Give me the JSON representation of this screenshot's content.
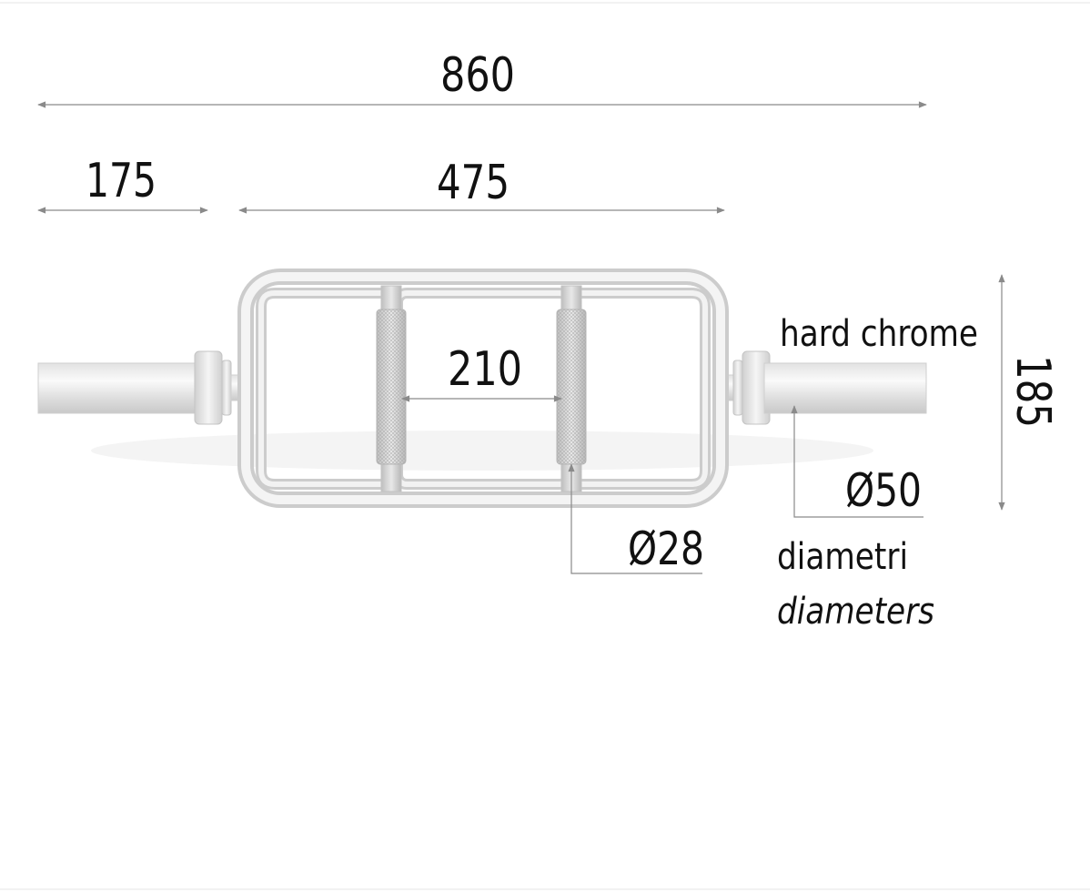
{
  "dimensions": {
    "overall_length": "860",
    "sleeve_length": "175",
    "frame_length": "475",
    "grip_spacing": "210",
    "height": "185",
    "grip_diameter": "Ø28",
    "sleeve_diameter": "Ø50"
  },
  "labels": {
    "finish": "hard chrome",
    "diameters_it": "diametri",
    "diameters_en": "diameters"
  },
  "colors": {
    "dimension_line": "#8a8a8a",
    "text": "#111111",
    "steel_light": "#f2f2f2",
    "steel_mid": "#d9d9d9",
    "steel_dark": "#bdbdbd"
  }
}
